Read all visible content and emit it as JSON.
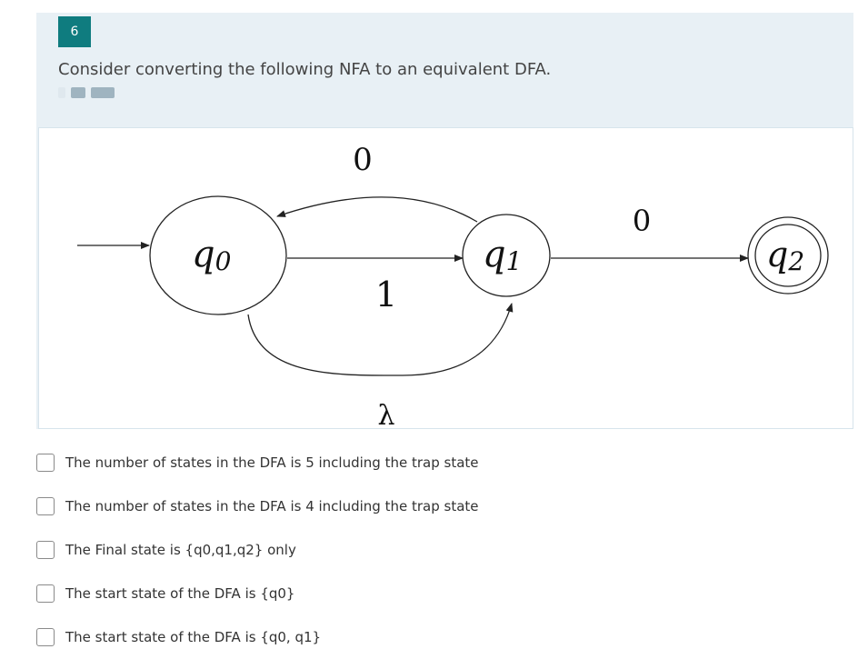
{
  "question": {
    "number": "6",
    "text": "Consider converting the following NFA to an equivalent DFA."
  },
  "diagram": {
    "states": [
      {
        "id": "q0",
        "name": "q",
        "sub": "0",
        "start": true,
        "final": false
      },
      {
        "id": "q1",
        "name": "q",
        "sub": "1",
        "start": false,
        "final": false
      },
      {
        "id": "q2",
        "name": "q",
        "sub": "2",
        "start": false,
        "final": true
      }
    ],
    "transitions": [
      {
        "from": "q1",
        "to": "q0",
        "label": "0"
      },
      {
        "from": "q0",
        "to": "q1",
        "label": "1"
      },
      {
        "from": "q0",
        "to": "q1",
        "label": "λ"
      },
      {
        "from": "q1",
        "to": "q2",
        "label": "0"
      }
    ]
  },
  "options": [
    {
      "label": "The number of states in the DFA is 5 including the trap state",
      "checked": false
    },
    {
      "label": "The number of states in the DFA is 4 including the trap state",
      "checked": false
    },
    {
      "label": "The Final state is {q0,q1,q2} only",
      "checked": false
    },
    {
      "label": "The start state of the DFA is {q0}",
      "checked": false
    },
    {
      "label": "The start state of the DFA is {q0, q1}",
      "checked": false
    }
  ],
  "colors": {
    "accent": "#0f7c7f",
    "panel": "#e8f0f5"
  }
}
